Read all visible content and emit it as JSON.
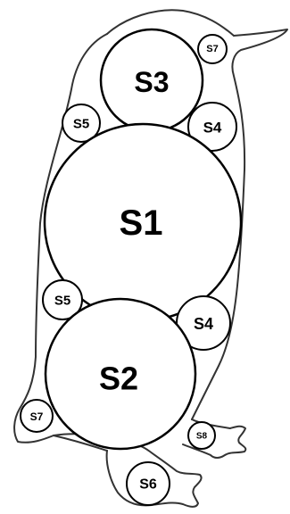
{
  "diagram": {
    "labels": {
      "s1": "S1",
      "s2": "S2",
      "s3": "S3",
      "s4_upper": "S4",
      "s4_lower": "S4",
      "s5_upper": "S5",
      "s5_lower": "S5",
      "s6": "S6",
      "s7_top": "S7",
      "s7_left": "S7",
      "s8": "S8"
    },
    "colors": {
      "outline": "#333333",
      "circle_stroke": "#000000",
      "circle_fill": "#ffffff",
      "text": "#000000"
    }
  }
}
